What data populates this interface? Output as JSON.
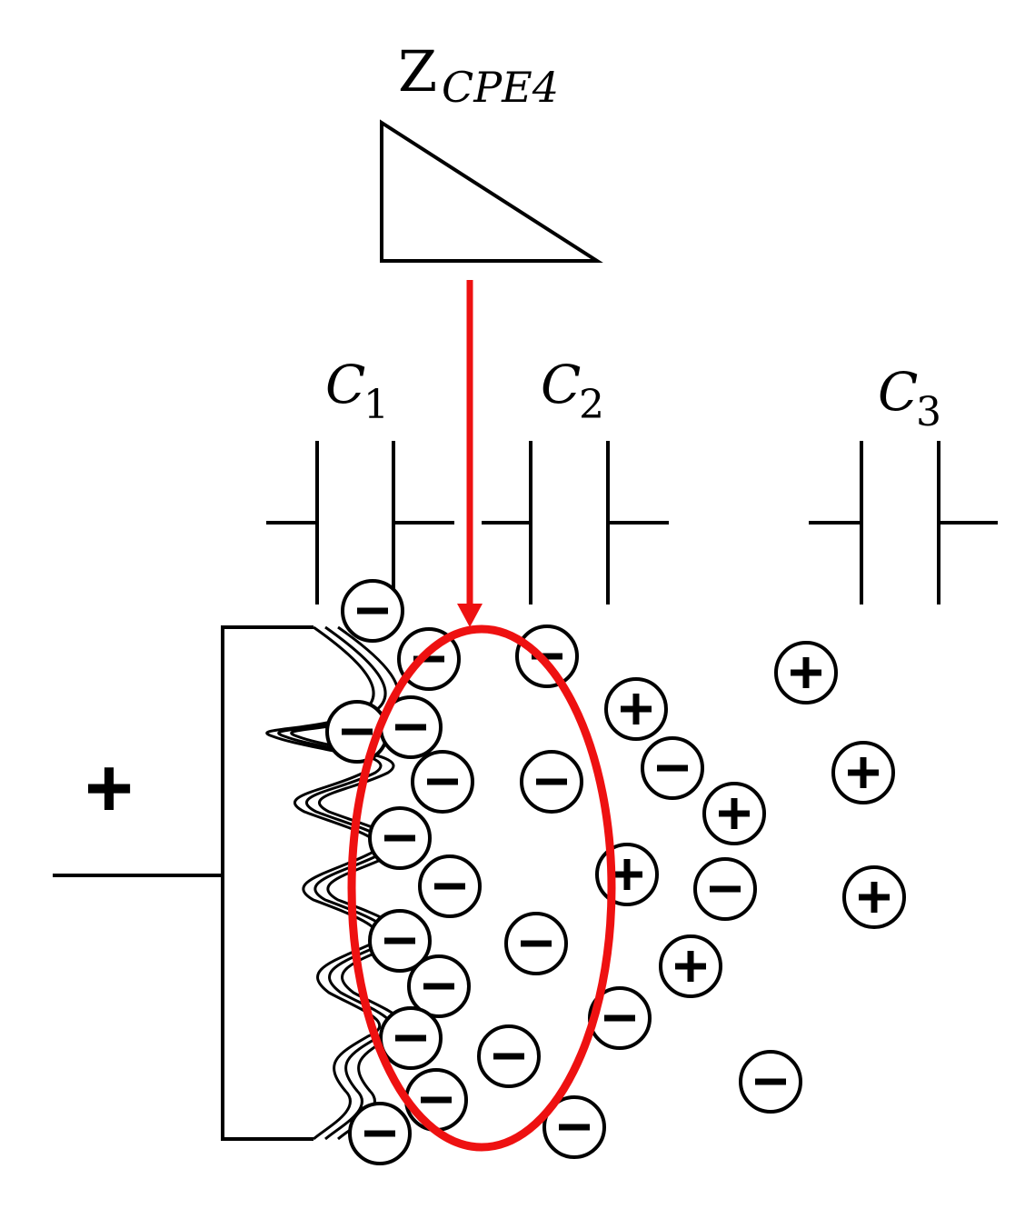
{
  "labels": {
    "cpe_main": "Z",
    "cpe_sub": "CPE4",
    "c1_main": "C",
    "c1_sub": "1",
    "c2_main": "C",
    "c2_sub": "2",
    "c3_main": "C",
    "c3_sub": "3",
    "electrode_sign": "+"
  },
  "colors": {
    "highlight": "#ee1111",
    "line": "#000000"
  },
  "ions": [
    {
      "sign": "-"
    },
    {
      "sign": "-"
    },
    {
      "sign": "-"
    },
    {
      "sign": "-"
    },
    {
      "sign": "-"
    },
    {
      "sign": "-"
    },
    {
      "sign": "-"
    },
    {
      "sign": "-"
    },
    {
      "sign": "-"
    },
    {
      "sign": "-"
    },
    {
      "sign": "-"
    },
    {
      "sign": "-"
    },
    {
      "sign": "-"
    },
    {
      "sign": "-"
    },
    {
      "sign": "-"
    },
    {
      "sign": "-"
    },
    {
      "sign": "-"
    },
    {
      "sign": "-"
    },
    {
      "sign": "-"
    },
    {
      "sign": "-"
    },
    {
      "sign": "-"
    },
    {
      "sign": "-"
    },
    {
      "sign": "+"
    },
    {
      "sign": "+"
    },
    {
      "sign": "+"
    },
    {
      "sign": "+"
    },
    {
      "sign": "+"
    },
    {
      "sign": "+"
    },
    {
      "sign": "+"
    }
  ]
}
